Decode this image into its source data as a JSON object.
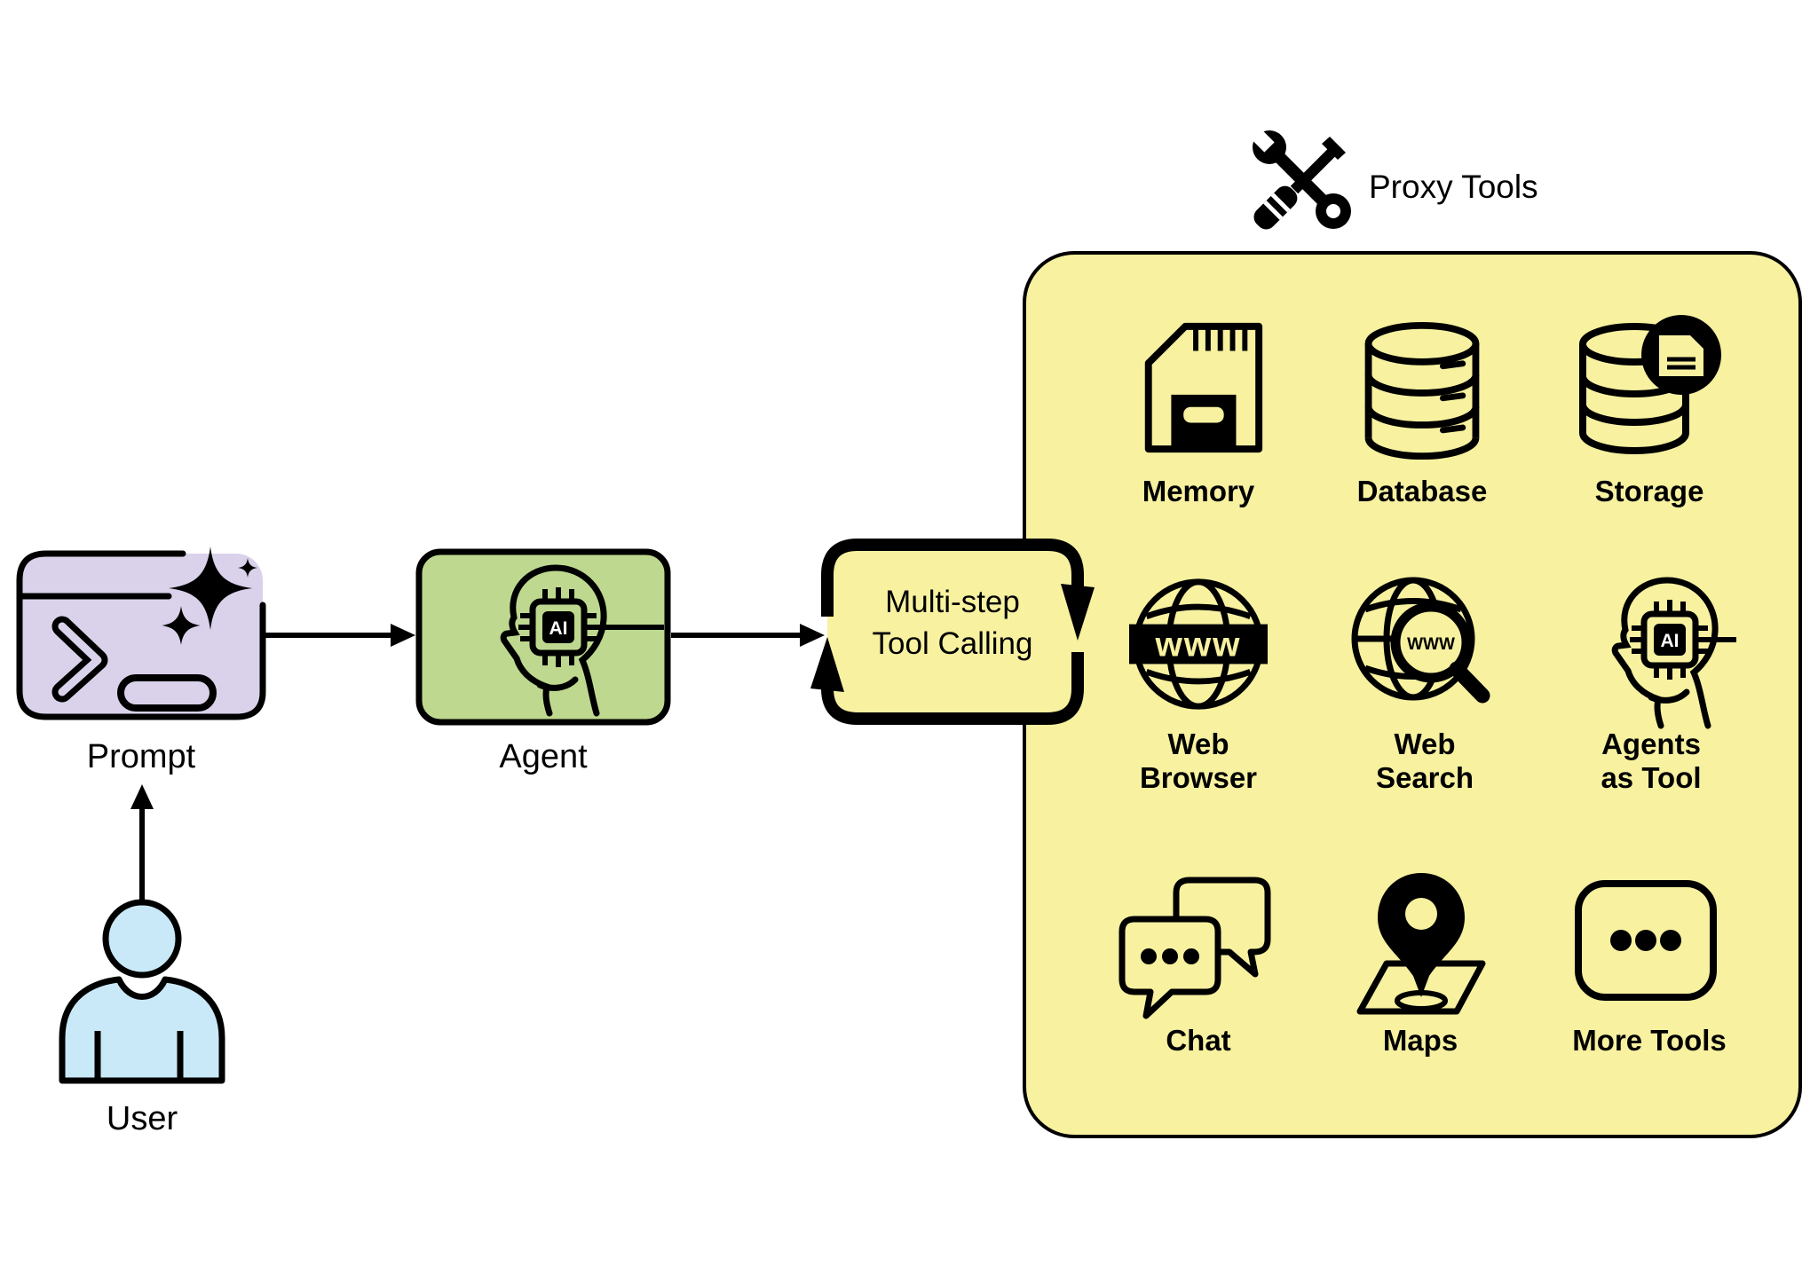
{
  "nodes": {
    "user": {
      "label": "User"
    },
    "prompt": {
      "label": "Prompt"
    },
    "agent": {
      "label": "Agent",
      "chip_text": "AI"
    },
    "multi_step": {
      "line1": "Multi-step",
      "line2": "Tool Calling"
    }
  },
  "proxy_panel": {
    "title": "Proxy Tools",
    "title_icon": "wrench-screwdriver-icon",
    "tools": [
      {
        "label": "Memory",
        "icon": "memory-card-icon"
      },
      {
        "label": "Database",
        "icon": "database-icon"
      },
      {
        "label": "Storage",
        "icon": "storage-icon"
      },
      {
        "label": "Web\nBrowser",
        "icon": "web-browser-globe-icon",
        "banner_text": "www"
      },
      {
        "label": "Web\nSearch",
        "icon": "web-search-icon",
        "lens_text": "WWW"
      },
      {
        "label": "Agents\nas Tool",
        "icon": "agent-head-chip-icon",
        "chip_text": "AI"
      },
      {
        "label": "Chat",
        "icon": "chat-bubbles-icon"
      },
      {
        "label": "Maps",
        "icon": "map-pin-icon"
      },
      {
        "label": "More Tools",
        "icon": "more-tools-ellipsis-icon"
      }
    ]
  },
  "colors": {
    "panel_yellow": "#F7F1A0",
    "agent_green": "#BED98F",
    "prompt_purple": "#D9D2EA",
    "user_blue": "#C9E9F8",
    "outline_black": "#000000"
  }
}
